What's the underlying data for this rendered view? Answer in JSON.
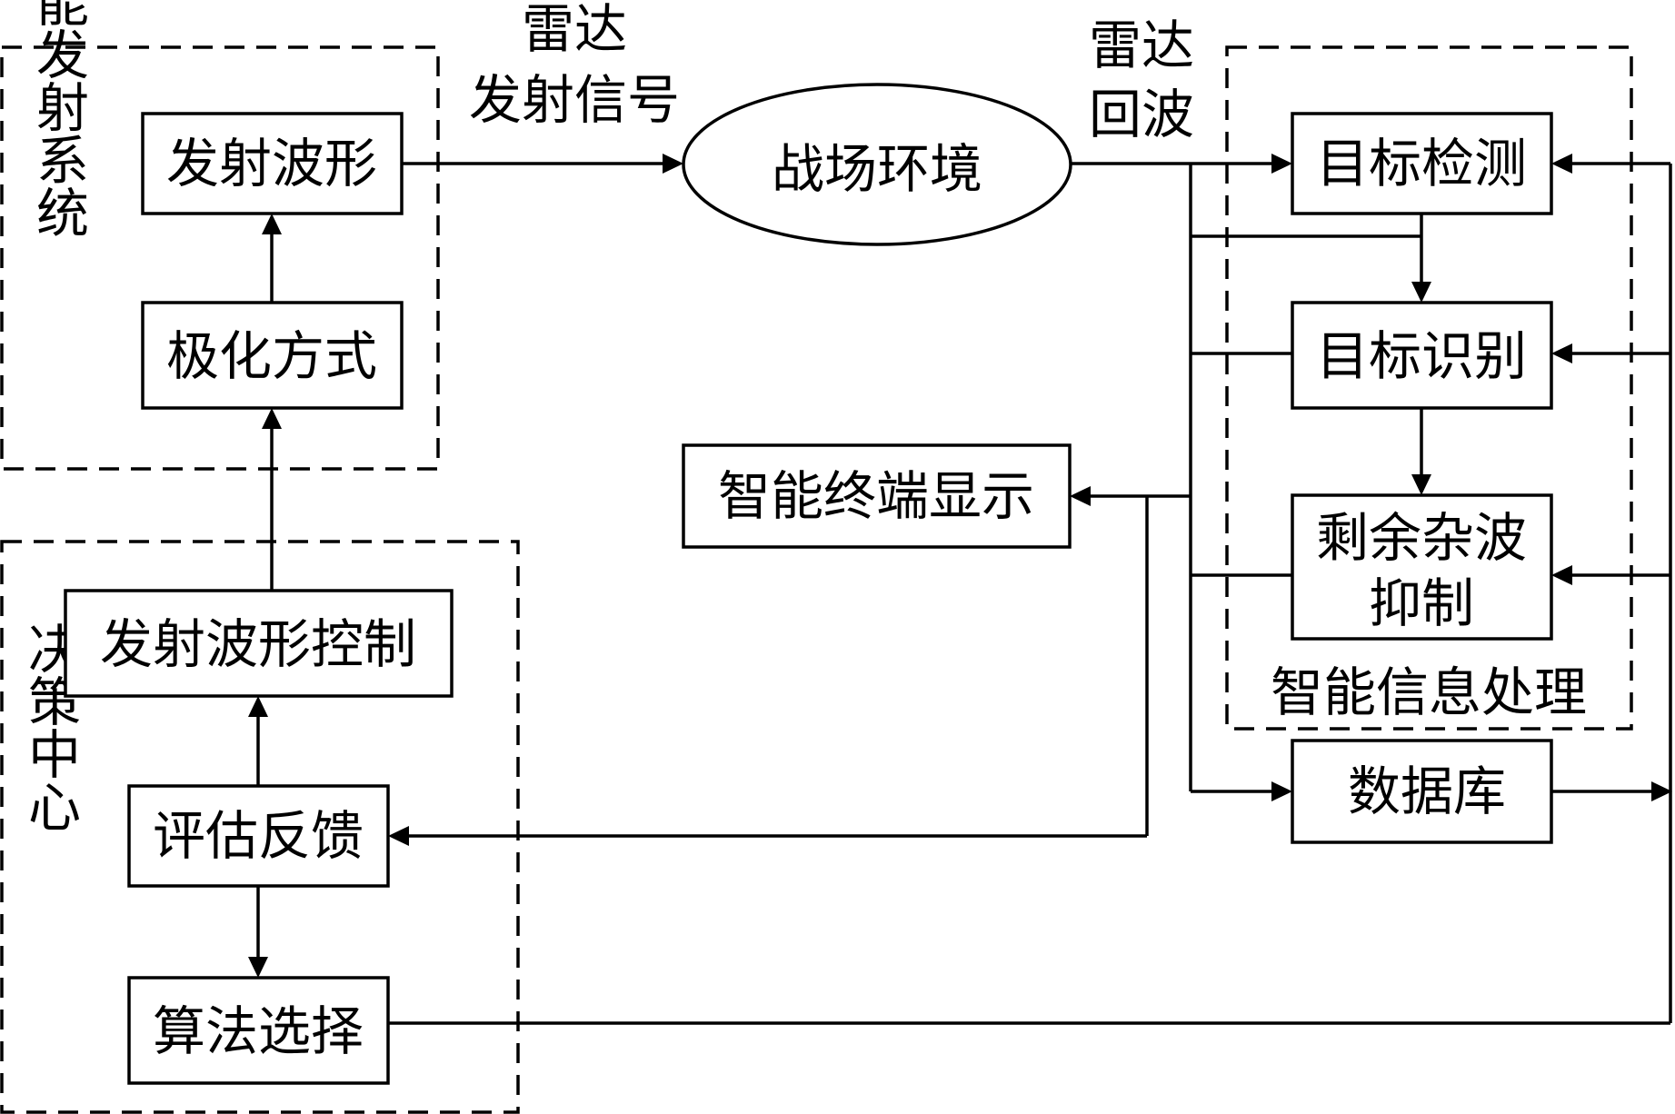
{
  "groups": {
    "transmit_system": "智能发射系统",
    "decision_center": "决策中心",
    "info_processing": "智能信息处理"
  },
  "boxes": {
    "waveform": "发射波形",
    "polarization": "极化方式",
    "waveform_control": "发射波形控制",
    "evaluation_feedback": "评估反馈",
    "algorithm_selection": "算法选择",
    "battlefield": "战场环境",
    "terminal_display": "智能终端显示",
    "target_detection": "目标检测",
    "target_recognition": "目标识别",
    "clutter_suppression_line1": "剩余杂波",
    "clutter_suppression_line2": "抑制",
    "database": "数据库"
  },
  "labels": {
    "radar_tx_line1": "雷达",
    "radar_tx_line2": "发射信号",
    "radar_echo_line1": "雷达",
    "radar_echo_line2": "回波"
  }
}
